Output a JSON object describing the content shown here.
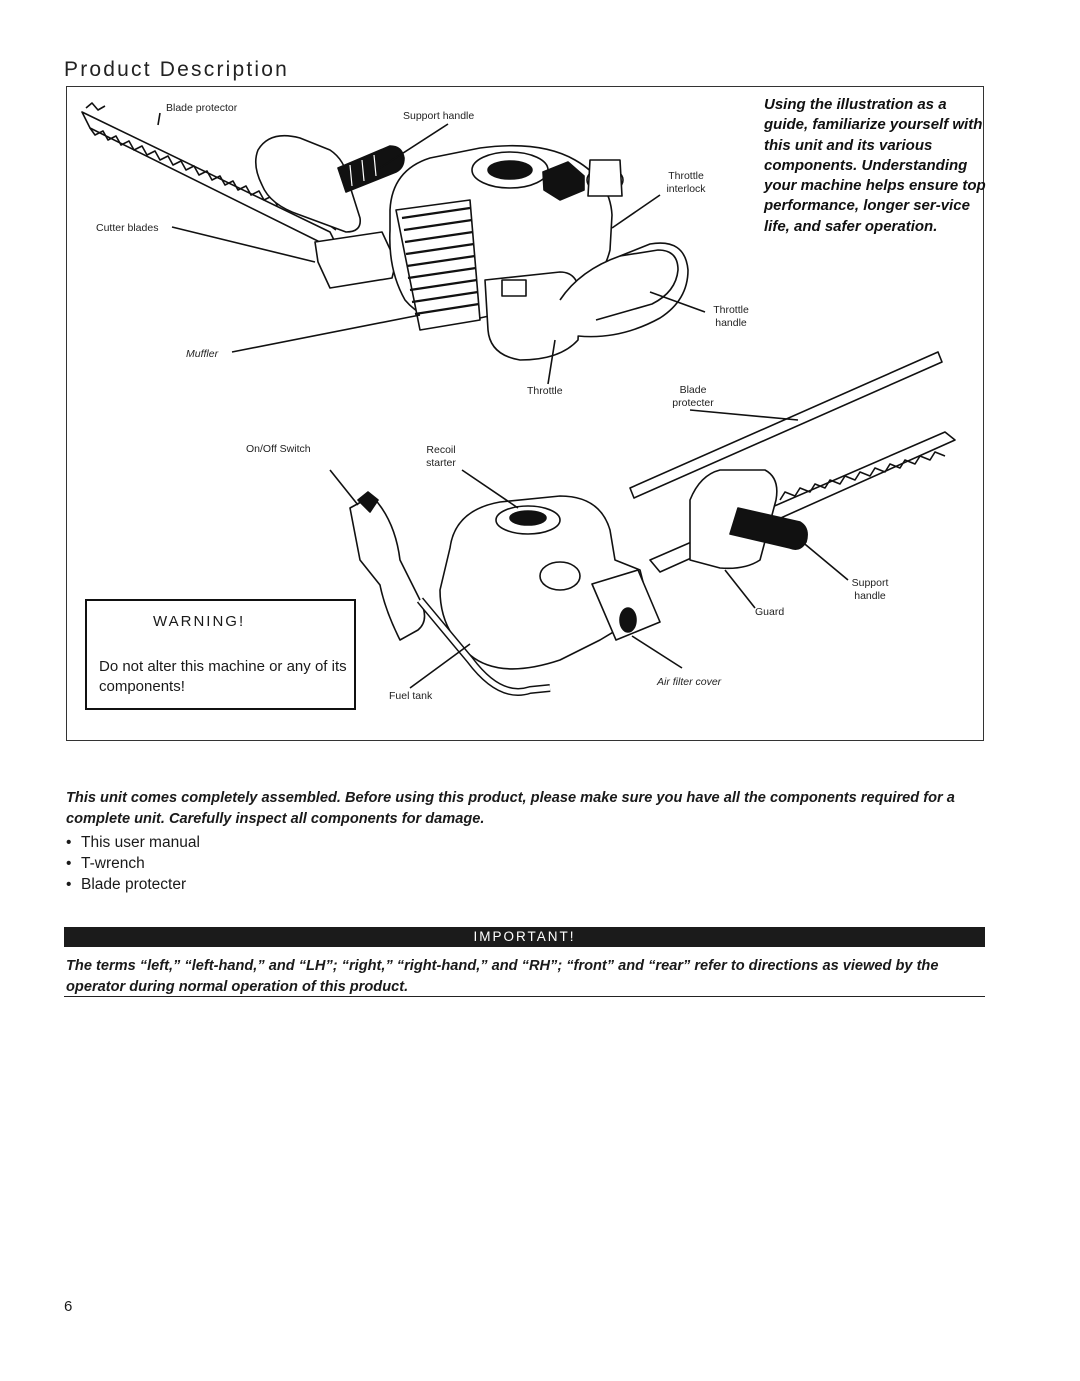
{
  "page": {
    "title": "Product Description",
    "page_number": "6"
  },
  "figure": {
    "intro": "Using the illustration as a guide, familiarize yourself with this unit and its various components. Understanding your machine helps ensure top performance, longer ser-vice life, and safer operation.",
    "labels": {
      "blade_protector": "Blade protector",
      "support_handle_top": "Support handle",
      "throttle_interlock": "Throttle interlock",
      "cutter_blades": "Cutter blades",
      "throttle_handle": "Throttle handle",
      "muffler": "Muffler",
      "throttle": "Throttle",
      "blade_protecter": "Blade protecter",
      "onoff_switch": "On/Off Switch",
      "recoil_starter": "Recoil starter",
      "support_handle_bottom": "Support handle",
      "guard": "Guard",
      "air_filter_cover": "Air filter cover",
      "fuel_tank": "Fuel tank"
    }
  },
  "warning": {
    "title": "WARNING!",
    "text": "Do not alter this machine or any of its components!"
  },
  "components_intro": "This unit comes completely assembled. Before using this product, please make sure you have all the components required for a complete unit. Carefully inspect all components for damage.",
  "components": [
    "This user manual",
    "T-wrench",
    "Blade protecter"
  ],
  "important": {
    "title": "IMPORTANT!",
    "text": "The terms “left,” “left-hand,” and “LH”; “right,” “right-hand,” and “RH”; “front” and “rear” refer to directions as viewed by the operator during normal operation of this product."
  }
}
